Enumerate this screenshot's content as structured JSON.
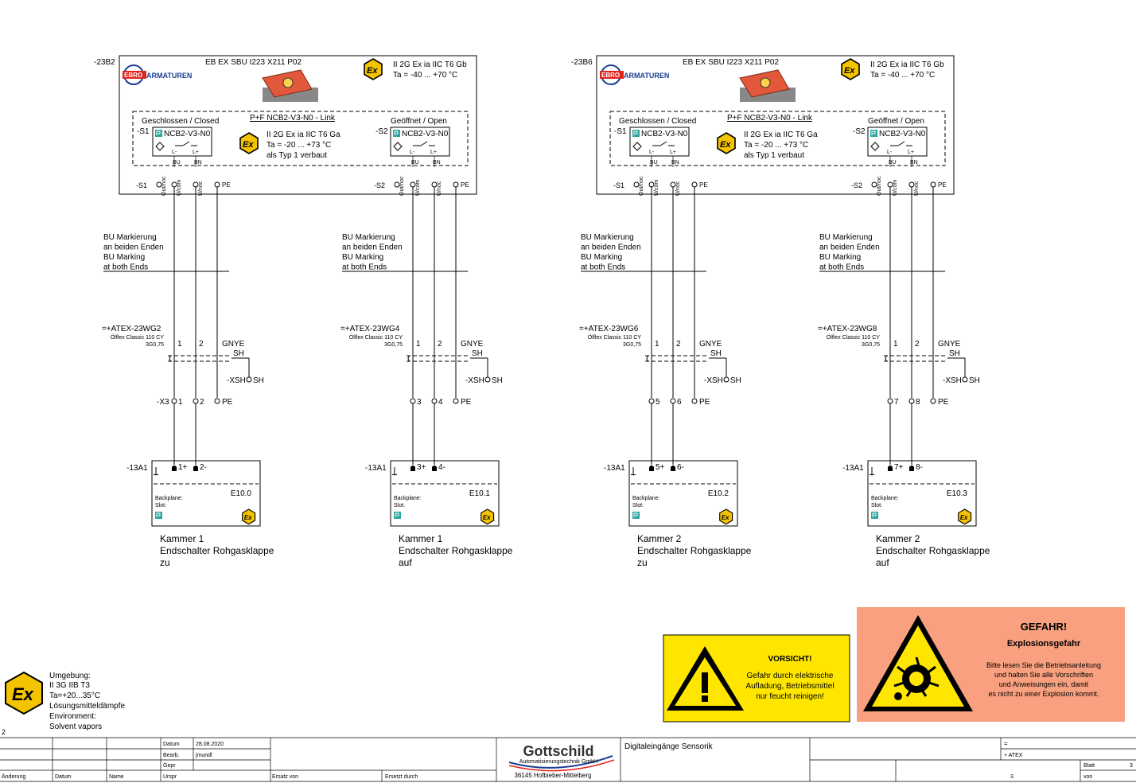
{
  "colors": {
    "ebro_red": "#e2231a",
    "ebro_blue": "#1c3f94",
    "ex_yellow": "#f5c400",
    "warn_yellow": "#ffe600",
    "danger_bg": "#f8a07f",
    "pf_teal": "#2aa5a0",
    "device_orange": "#e2583a"
  },
  "units": [
    {
      "tag": "-23B2",
      "product": "EB EX SBU I223 X211 P02",
      "atex": "II 2G Ex ia IIC T6 Gb",
      "temp": "Ta = -40 ... +70 °C",
      "sensor_title": "P+F NCB2-V3-N0 - Link",
      "closed_label": "Geschlossen / Closed",
      "open_label": "Geöffnet / Open",
      "s1": "-S1",
      "s2": "-S2",
      "sensor_model": "NCB2-V3-N0",
      "sensor_atex": "II 2G Ex ia IIC T6 Ga",
      "sensor_temp": "Ta = -20 ... +73 °C",
      "sensor_note": "als Typ 1 verbaut",
      "sections": [
        {
          "cable": "=+ATEX-23WG2",
          "cable_type": "Ölflex Classic 110 CY",
          "cable_size": "3G0,75",
          "xt": "-X3",
          "t1": "1",
          "t2": "2",
          "plus": "1+",
          "minus": "2-",
          "address": "E10.0",
          "desc1": "Kammer 1",
          "desc2": "Endschalter Rohgasklappe",
          "desc3": "zu"
        },
        {
          "cable": "=+ATEX-23WG4",
          "cable_type": "Ölflex Classic 110 CY",
          "cable_size": "3G0,75",
          "xt": "",
          "t1": "3",
          "t2": "4",
          "plus": "3+",
          "minus": "4-",
          "address": "E10.1",
          "desc1": "Kammer 1",
          "desc2": "Endschalter Rohgasklappe",
          "desc3": "auf"
        }
      ]
    },
    {
      "tag": "-23B6",
      "product": "EB EX SBU I223 X211 P02",
      "atex": "II 2G Ex ia IIC T6 Gb",
      "temp": "Ta = -40 ... +70 °C",
      "sensor_title": "P+F NCB2-V3-N0 - Link",
      "closed_label": "Geschlossen / Closed",
      "open_label": "Geöffnet / Open",
      "s1": "-S1",
      "s2": "-S2",
      "sensor_model": "NCB2-V3-N0",
      "sensor_atex": "II 2G Ex ia IIC T6 Ga",
      "sensor_temp": "Ta = -20 ... +73 °C",
      "sensor_note": "als Typ 1 verbaut",
      "sections": [
        {
          "cable": "=+ATEX-23WG6",
          "cable_type": "Ölflex Classic 110 CY",
          "cable_size": "3G0,75",
          "xt": "",
          "t1": "5",
          "t2": "6",
          "plus": "5+",
          "minus": "6-",
          "address": "E10.2",
          "desc1": "Kammer 2",
          "desc2": "Endschalter Rohgasklappe",
          "desc3": "zu"
        },
        {
          "cable": "=+ATEX-23WG8",
          "cable_type": "Ölflex Classic 110 CY",
          "cable_size": "3G0,75",
          "xt": "",
          "t1": "7",
          "t2": "8",
          "plus": "7+",
          "minus": "8-",
          "address": "E10.3",
          "desc1": "Kammer 2",
          "desc2": "Endschalter Rohgasklappe",
          "desc3": "auf"
        }
      ]
    }
  ],
  "common": {
    "brand": "ARMATUREN",
    "brand_badge": "EBRO",
    "pins": [
      "Out/noc",
      "U/com",
      "U/noc",
      "PE"
    ],
    "bu": "BU",
    "bn": "BN",
    "l_minus": "L-",
    "l_plus": "L+",
    "bu_marking": [
      "BU Markierung",
      "an beiden Enden",
      "BU Marking",
      "at both Ends"
    ],
    "gnye": "GNYE",
    "sh": "SH",
    "xsh": "-XSH",
    "pe": "PE",
    "module_tag": "-13A1",
    "backplane": "Backplane:",
    "slot": "Slot:",
    "ex_text": "Ex"
  },
  "environment": {
    "lines": [
      "Umgebung:",
      "II 3G IIB T3",
      "Ta=+20...35°C",
      "Lösungsmitteldämpfe",
      "Environment:",
      "Solvent vapors"
    ]
  },
  "warning": {
    "title": "VORSICHT!",
    "lines": [
      "Gefahr durch elektrische",
      "Aufladung, Betriebsmittel",
      "nur feucht reinigen!"
    ]
  },
  "danger": {
    "title": "GEFAHR!",
    "subtitle": "Explosionsgefahr",
    "lines": [
      "Bitte lesen Sie die Betriebsanleitung",
      "und halten Sie alle Vorschriften",
      "und Anweisungen ein, damit",
      "es nicht zu einer Explosion kommt."
    ]
  },
  "title_block": {
    "revision": "2",
    "datum_label": "Datum",
    "datum": "28.08.2020",
    "bearb_label": "Bearb.",
    "bearb": "jmundl",
    "gepr_label": "Gepr",
    "urspr_label": "Urspr",
    "ersatz_von": "Ersatz von",
    "ersetzt_durch": "Ersetzt durch",
    "aenderung": "Änderung",
    "datum_col": "Datum",
    "name_col": "Name",
    "company": "Gottschild",
    "company_sub": "Automatisierungstechnik GmbH",
    "company_addr": "36145 Hofbieber-Mittelberg",
    "description": "Digitaleingänge Sensorik",
    "eq": "=",
    "plus_atex": "+ ATEX",
    "blatt_label": "Blatt",
    "blatt": "3",
    "page": "3",
    "von_label": "von"
  }
}
